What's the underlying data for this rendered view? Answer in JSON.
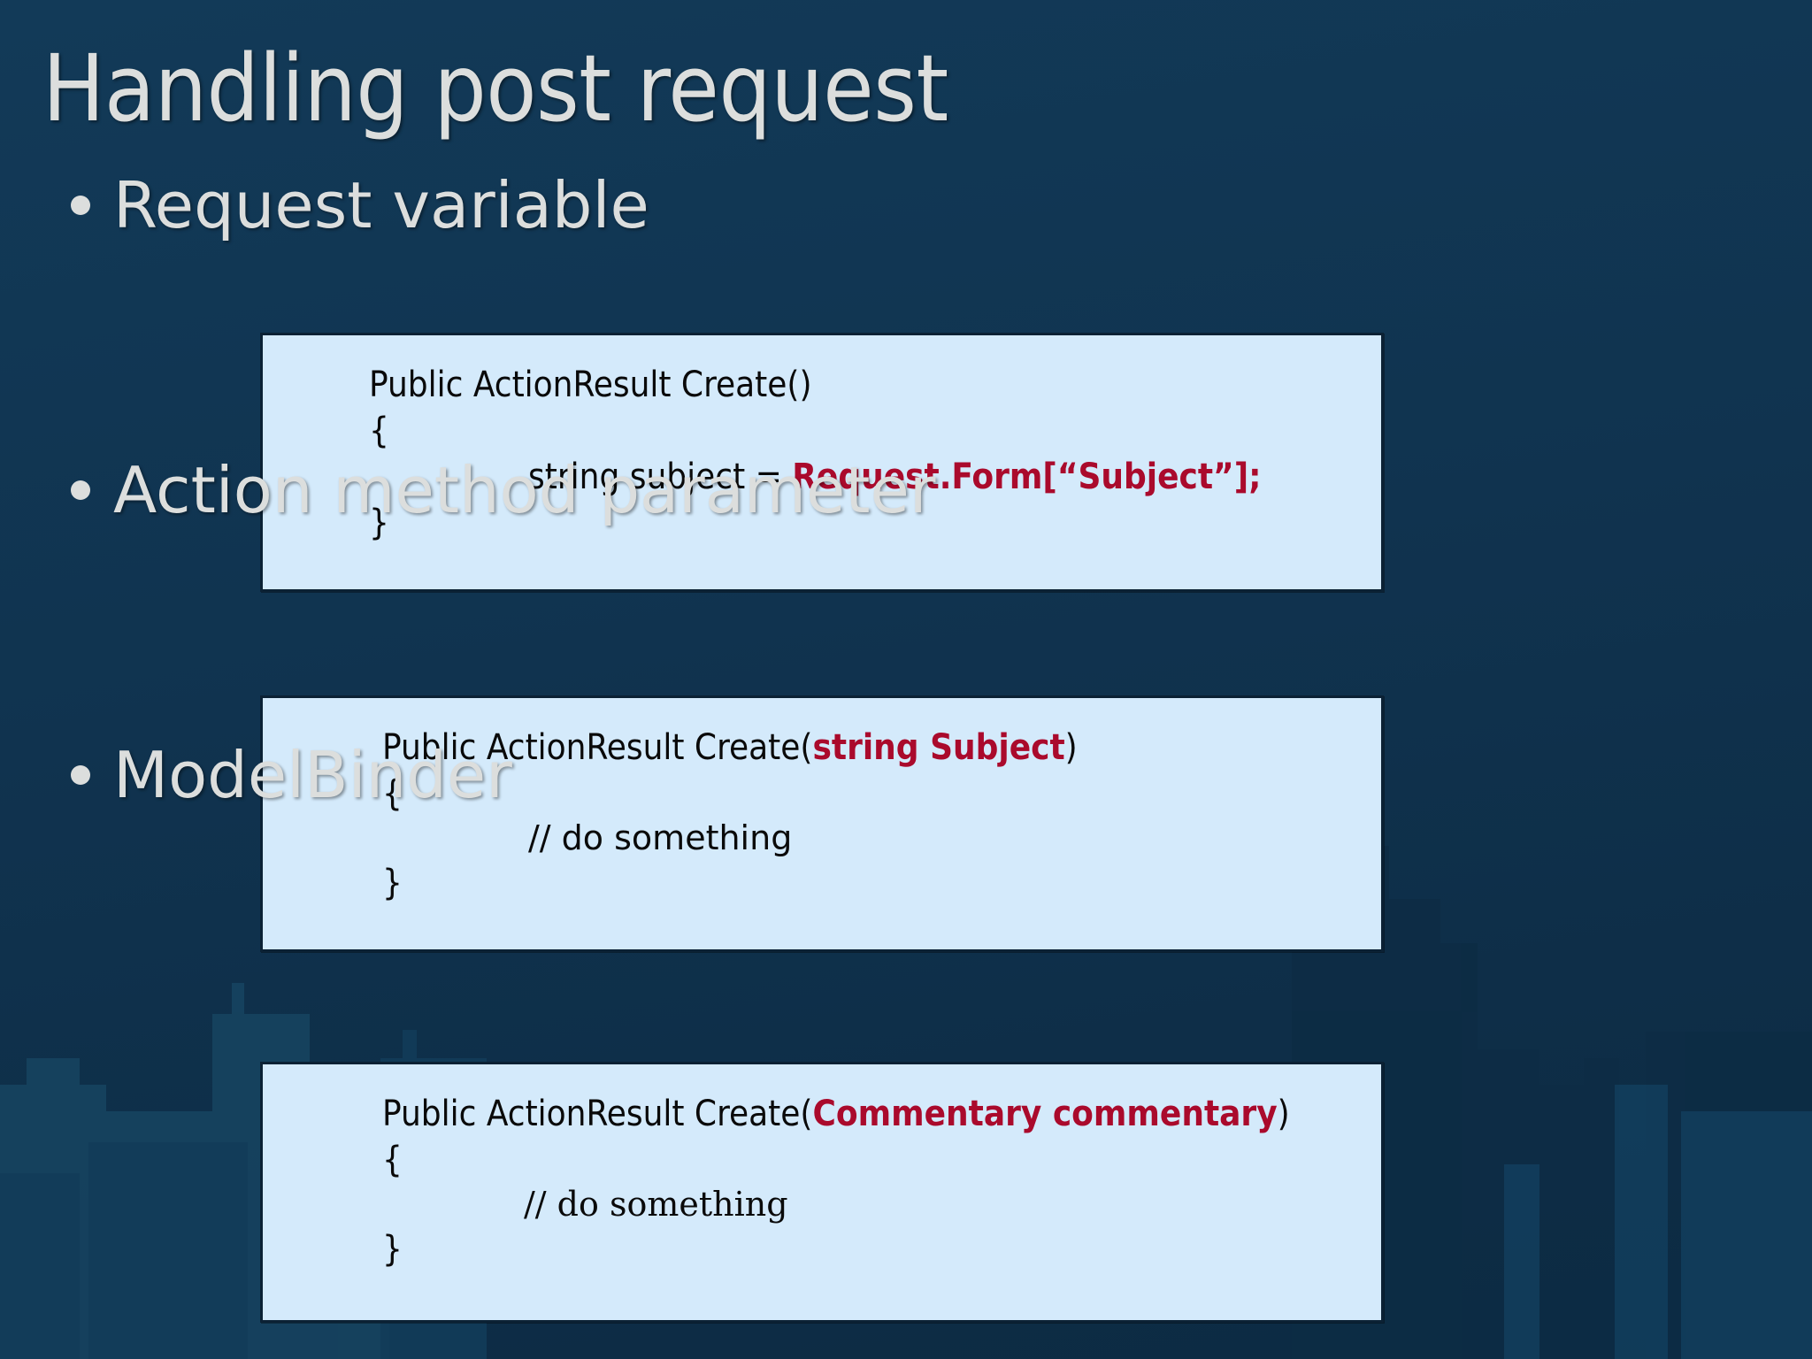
{
  "slide": {
    "title": "Handling post request",
    "background_color": "#10334f",
    "title_color": "#dcdedd",
    "code_box_bg": "#d4eafb",
    "code_box_border": "#0b2134",
    "keyword_color": "#aa0a2c",
    "decor": "city-skyline-silhouette"
  },
  "sections": [
    {
      "bullet": "Request variable",
      "code": {
        "line1_plain": "Public ActionResult Create()",
        "line2_plain": "{",
        "line3_prefix": "string subject = ",
        "line3_keyword": "Request.Form[“Subject”];",
        "line4_plain": "}"
      }
    },
    {
      "bullet": "Action method parameter",
      "code": {
        "line1_prefix": "Public ActionResult Create(",
        "line1_keyword": "string Subject",
        "line1_suffix": ")",
        "line2_plain": "{",
        "line3_plain": "// do something",
        "line4_plain": "}"
      }
    },
    {
      "bullet": "ModelBinder",
      "code": {
        "line1_prefix": "Public ActionResult Create(",
        "line1_keyword": "Commentary commentary",
        "line1_suffix": ")",
        "line2_plain": "{",
        "line3_plain": "// do something",
        "line4_plain": "}"
      }
    }
  ]
}
